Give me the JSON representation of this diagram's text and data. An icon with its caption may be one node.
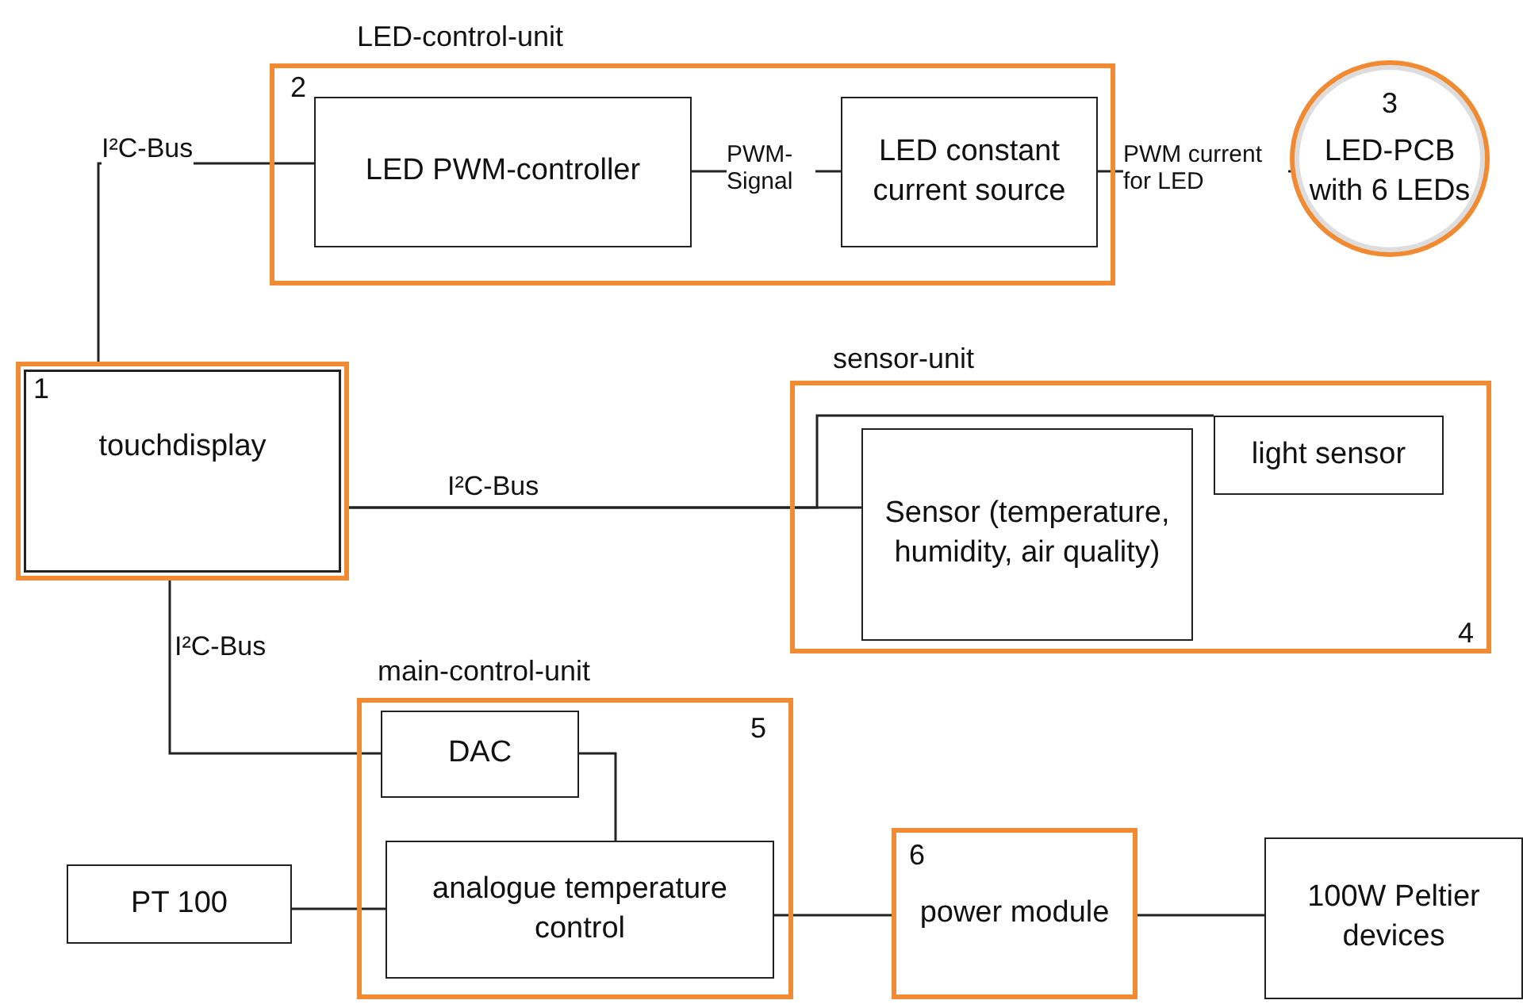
{
  "diagram": {
    "nodes": [
      {
        "text": [
          "LED-control-unit",
          "2"
        ]
      },
      {
        "text": [
          "LED PWM-controller"
        ],
        "in": 0
      },
      {
        "text": [
          "LED constant current source"
        ],
        "in": 0
      },
      {
        "text": [
          "3",
          "LED-PCB with 6 LEDs"
        ]
      },
      {
        "text": [
          "1",
          "touchdisplay"
        ]
      },
      {
        "text": [
          "sensor-unit",
          "4"
        ]
      },
      {
        "text": [
          "light sensor"
        ],
        "in": 5
      },
      {
        "text": [
          "Sensor (temperature, humidity, air quality)"
        ],
        "in": 5
      },
      {
        "text": [
          "main-control-unit",
          "5"
        ]
      },
      {
        "text": [
          "DAC"
        ],
        "in": 8
      },
      {
        "text": [
          "analogue temperature control"
        ],
        "in": 8
      },
      {
        "text": [
          "PT 100"
        ]
      },
      {
        "text": [
          "6",
          "power module"
        ]
      },
      {
        "text": [
          "100W Peltier devices"
        ]
      }
    ],
    "edges": [
      {
        "from": 4,
        "to": 1,
        "arrow": "none",
        "label": "I²C-Bus"
      },
      {
        "from": 1,
        "to": 2,
        "arrow": "none",
        "label": "PWM- Signal"
      },
      {
        "from": 2,
        "to": 3,
        "arrow": "none",
        "label": "PWM current for LED"
      },
      {
        "from": 4,
        "to": 7,
        "arrow": "none",
        "label": "I²C-Bus"
      },
      {
        "from": 4,
        "to": 6,
        "arrow": "none"
      },
      {
        "from": 4,
        "to": 9,
        "arrow": "none",
        "label": "I²C-Bus"
      },
      {
        "from": 9,
        "to": 10,
        "arrow": "none"
      },
      {
        "from": 11,
        "to": 10,
        "arrow": "none"
      },
      {
        "from": 10,
        "to": 12,
        "arrow": "none"
      },
      {
        "from": 12,
        "to": 13,
        "arrow": "none"
      }
    ]
  }
}
